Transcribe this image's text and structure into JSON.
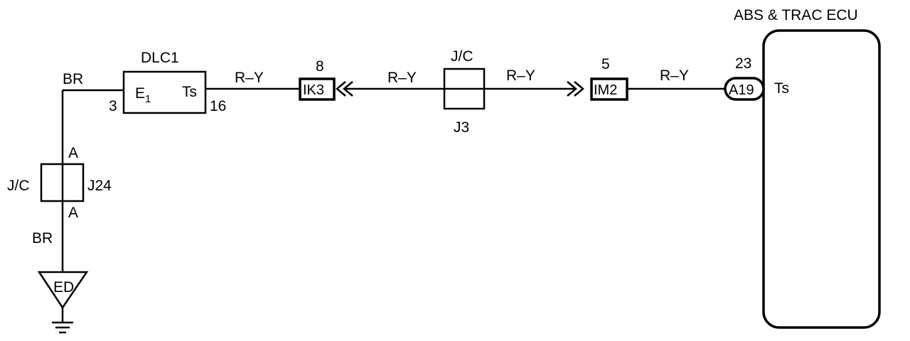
{
  "ecu": {
    "title": "ABS & TRAC ECU",
    "terminal": "Ts",
    "pin": "23",
    "connector": "A19"
  },
  "dlc1": {
    "name": "DLC1",
    "terminal_e1": "E",
    "terminal_e1_sub": "1",
    "terminal_ts": "Ts",
    "pin_e1": "3",
    "pin_ts": "16"
  },
  "connector_ik3": {
    "label": "IK3",
    "pin": "8"
  },
  "connector_im2": {
    "label": "IM2",
    "pin": "5"
  },
  "junction_j3": {
    "type": "J/C",
    "name": "J3"
  },
  "junction_j24": {
    "type": "J/C",
    "name": "J24",
    "pin_top": "A",
    "pin_bottom": "A"
  },
  "ground": {
    "label": "ED"
  },
  "wires": {
    "dlc_to_ik3": "R–Y",
    "ik3_to_j3": "R–Y",
    "j3_to_im2": "R–Y",
    "im2_to_ecu": "R–Y",
    "ground_upper": "BR",
    "ground_lower": "BR"
  }
}
